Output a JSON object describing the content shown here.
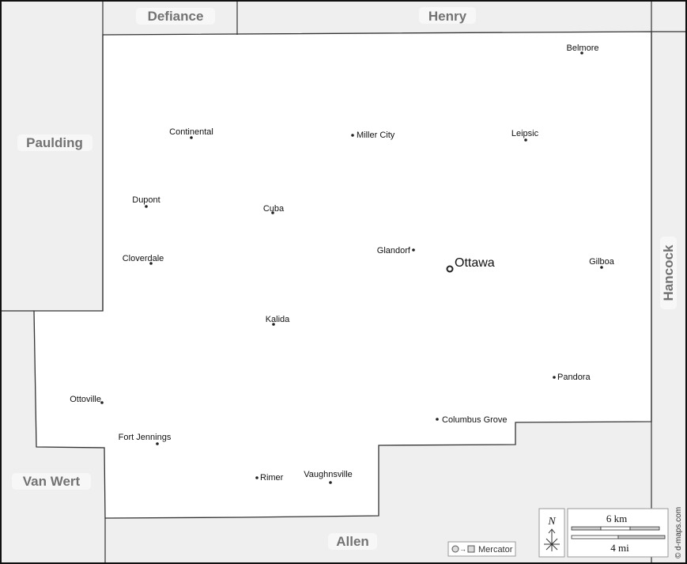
{
  "map": {
    "neighbors": {
      "defiance": "Defiance",
      "henry": "Henry",
      "paulding": "Paulding",
      "hancock": "Hancock",
      "van_wert": "Van Wert",
      "allen": "Allen"
    },
    "seat": "Ottawa",
    "towns": [
      "Belmore",
      "Continental",
      "Miller City",
      "Leipsic",
      "Dupont",
      "Cuba",
      "Glandorf",
      "Gilboa",
      "Cloverdale",
      "Kalida",
      "Pandora",
      "Ottoville",
      "Columbus Grove",
      "Fort Jennings",
      "Rimer",
      "Vaughnsville"
    ],
    "colors": {
      "county": "#ffffff",
      "surrounding": "#efefef",
      "labels": "#737373"
    }
  },
  "legend": {
    "projection": "Mercator",
    "north": "N",
    "scale_km": "6 km",
    "scale_mi": "4 mi",
    "credit": "© d-maps.com"
  }
}
